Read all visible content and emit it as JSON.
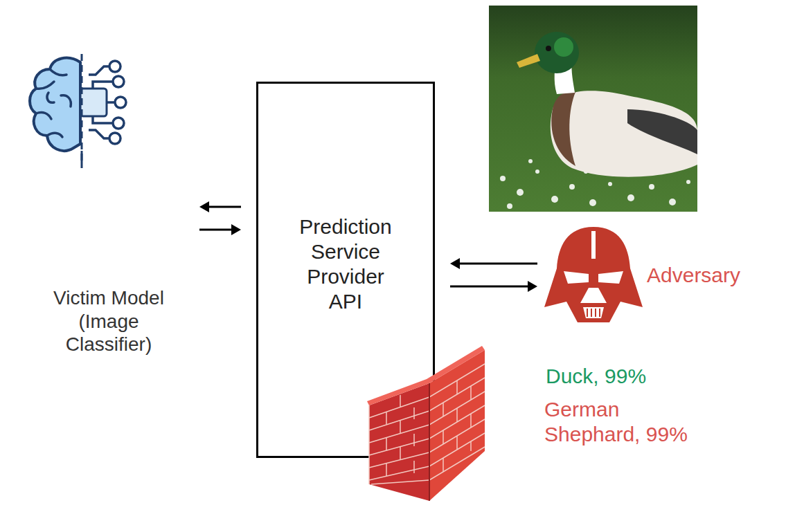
{
  "diagram": {
    "nodes": [
      {
        "text": [
          "Victim Model (Image Classifier)"
        ]
      },
      {
        "text": [
          "Prediction Service Provider API"
        ]
      },
      {
        "text": [
          "Adversary"
        ]
      }
    ],
    "edges": [
      {
        "from": 1,
        "to": 0,
        "arrow": "to"
      },
      {
        "from": 0,
        "to": 1,
        "arrow": "to"
      },
      {
        "from": 2,
        "to": 1,
        "arrow": "to"
      },
      {
        "from": 1,
        "to": 2,
        "arrow": "to"
      }
    ],
    "labels": [
      "German Shephard, 99%",
      "Duck, 99%"
    ]
  }
}
